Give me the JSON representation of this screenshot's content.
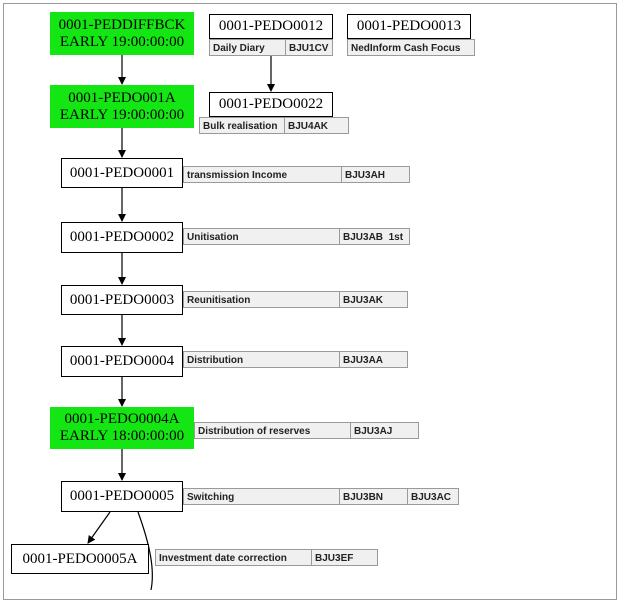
{
  "nodes": {
    "peddiffbck": {
      "lines": [
        "0001-PEDDIFFBCK",
        "EARLY 19:00:00:00"
      ],
      "color": "#14e614"
    },
    "pedo0012": {
      "lines": [
        "0001-PEDO0012"
      ]
    },
    "pedo0013": {
      "lines": [
        "0001-PEDO0013"
      ]
    },
    "pedo001a": {
      "lines": [
        "0001-PEDO001A",
        "EARLY 19:00:00:00"
      ],
      "color": "#14e614"
    },
    "pedo0022": {
      "lines": [
        "0001-PEDO0022"
      ]
    },
    "pedo0001": {
      "lines": [
        "0001-PEDO0001"
      ]
    },
    "pedo0002": {
      "lines": [
        "0001-PEDO0002"
      ]
    },
    "pedo0003": {
      "lines": [
        "0001-PEDO0003"
      ]
    },
    "pedo0004": {
      "lines": [
        "0001-PEDO0004"
      ]
    },
    "pedo0004a": {
      "lines": [
        "0001-PEDO0004A",
        "EARLY 18:00:00:00"
      ],
      "color": "#14e614"
    },
    "pedo0005": {
      "lines": [
        "0001-PEDO0005"
      ]
    },
    "pedo0005a": {
      "lines": [
        "0001-PEDO0005A"
      ]
    }
  },
  "labels": {
    "pedo0012": {
      "desc": "Daily Diary",
      "codes": [
        "BJU1CV"
      ]
    },
    "pedo0013": {
      "desc": "NedInform Cash Focus",
      "codes": []
    },
    "pedo0022": {
      "desc": "Bulk realisation",
      "codes": [
        "BJU4AK"
      ]
    },
    "pedo0001": {
      "desc": "transmission Income",
      "codes": [
        "BJU3AH"
      ]
    },
    "pedo0002": {
      "desc": "Unitisation",
      "codes": [
        "BJU3AB  1st"
      ]
    },
    "pedo0003": {
      "desc": "Reunitisation",
      "codes": [
        "BJU3AK"
      ]
    },
    "pedo0004": {
      "desc": "Distribution",
      "codes": [
        "BJU3AA"
      ]
    },
    "pedo0004a": {
      "desc": "Distribution of reserves",
      "codes": [
        "BJU3AJ"
      ]
    },
    "pedo0005": {
      "desc": "Switching",
      "codes": [
        "BJU3BN",
        "BJU3AC"
      ]
    },
    "pedo0005a": {
      "desc": "Investment date correction",
      "codes": [
        "BJU3EF"
      ]
    }
  },
  "colors": {
    "highlight": "#14e614",
    "label_bg": "#f0f0f0",
    "label_border": "#9a9a9a"
  }
}
